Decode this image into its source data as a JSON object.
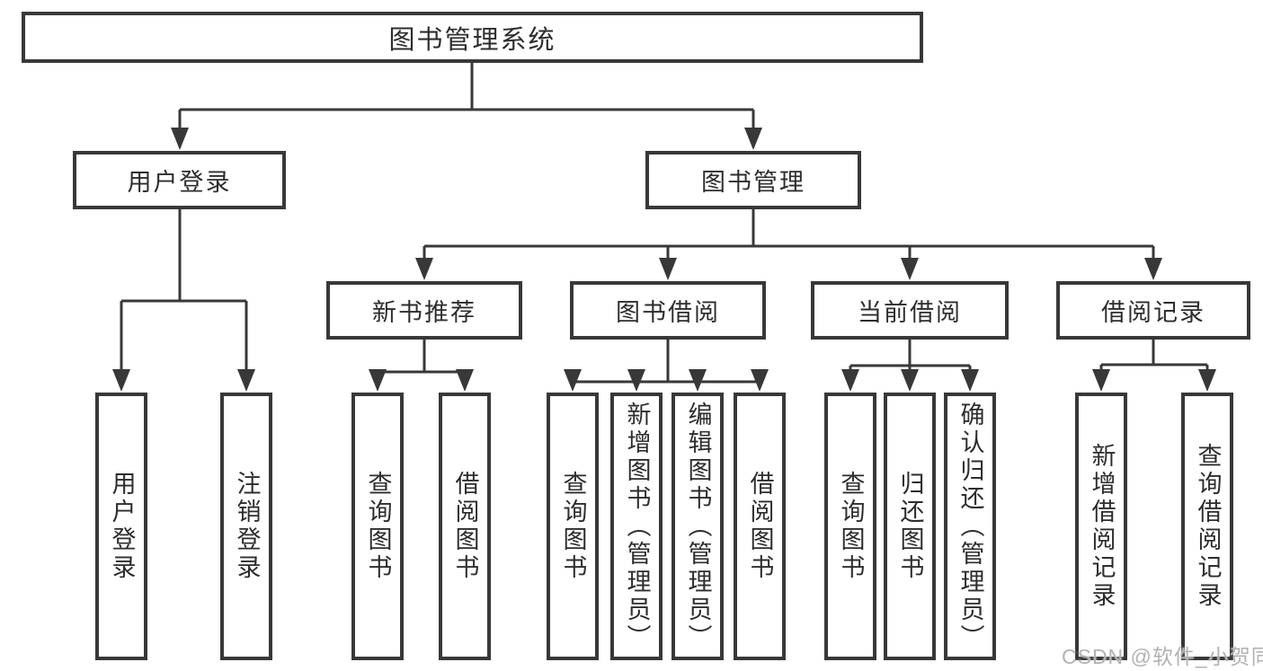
{
  "diagram": {
    "root": {
      "label": "图书管理系统"
    },
    "level1": [
      {
        "label": "用户登录",
        "children": [
          {
            "label": "用户登录"
          },
          {
            "label": "注销登录"
          }
        ]
      },
      {
        "label": "图书管理",
        "children": [
          {
            "label": "新书推荐",
            "children": [
              {
                "label": "查询图书"
              },
              {
                "label": "借阅图书"
              }
            ]
          },
          {
            "label": "图书借阅",
            "children": [
              {
                "label": "查询图书"
              },
              {
                "label": "新增图书（管理员）"
              },
              {
                "label": "编辑图书（管理员）"
              },
              {
                "label": "借阅图书"
              }
            ]
          },
          {
            "label": "当前借阅",
            "children": [
              {
                "label": "查询图书"
              },
              {
                "label": "归还图书"
              },
              {
                "label": "确认归还（管理员）"
              }
            ]
          },
          {
            "label": "借阅记录",
            "children": [
              {
                "label": "新增借阅记录"
              },
              {
                "label": "查询借阅记录"
              }
            ]
          }
        ]
      }
    ]
  },
  "watermark": "CSDN @软件_小贺同学",
  "colors": {
    "line": "#383838",
    "text": "#2d2d2d",
    "box_background": "#ffffff",
    "watermark": "#b2b2b2"
  }
}
